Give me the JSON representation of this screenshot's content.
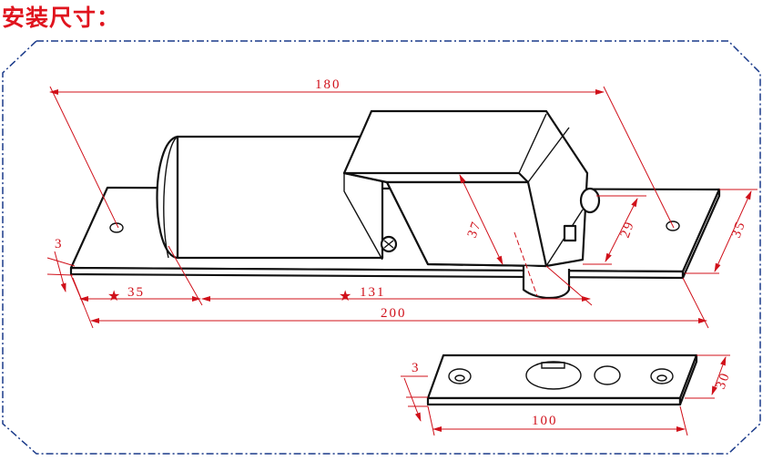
{
  "title": "安装尺寸：",
  "colors": {
    "dimension": "#d0101a",
    "border": "#1a3a8a",
    "title": "#e0141e"
  },
  "main_view": {
    "dims": {
      "overall_length": "180",
      "plate_thickness": "3",
      "hole_offset": "35",
      "body_length": "131",
      "plate_length": "200",
      "body_height": "37",
      "bolt_height": "29",
      "plate_width": "35"
    },
    "star_marker": "★"
  },
  "strike_plate_view": {
    "dims": {
      "thickness": "3",
      "length": "100",
      "width": "30"
    }
  }
}
